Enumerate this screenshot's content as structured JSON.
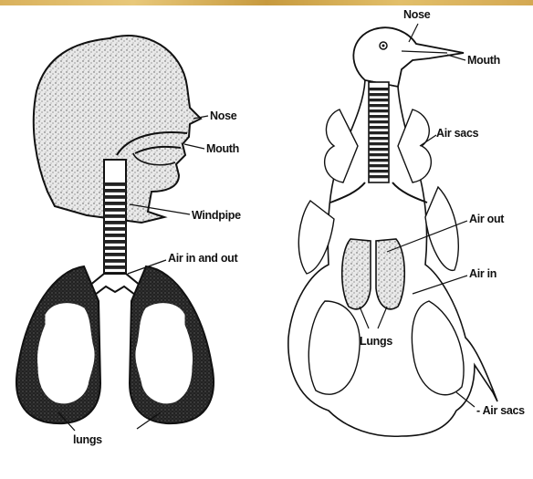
{
  "human": {
    "labels": {
      "nose": "Nose",
      "mouth": "Mouth",
      "windpipe": "Windpipe",
      "air_in_out": "Air in and out",
      "lungs": "lungs"
    }
  },
  "bird": {
    "labels": {
      "nose": "Nose",
      "mouth": "Mouth",
      "air_sacs_upper": "Air sacs",
      "air_out": "Air out",
      "air_in": "Air in",
      "lungs": "Lungs",
      "air_sacs_lower": "- Air sacs"
    }
  },
  "colors": {
    "ink": "#111111",
    "border_gold": "#d4a852",
    "lung_dark": "#1b1b1b"
  }
}
